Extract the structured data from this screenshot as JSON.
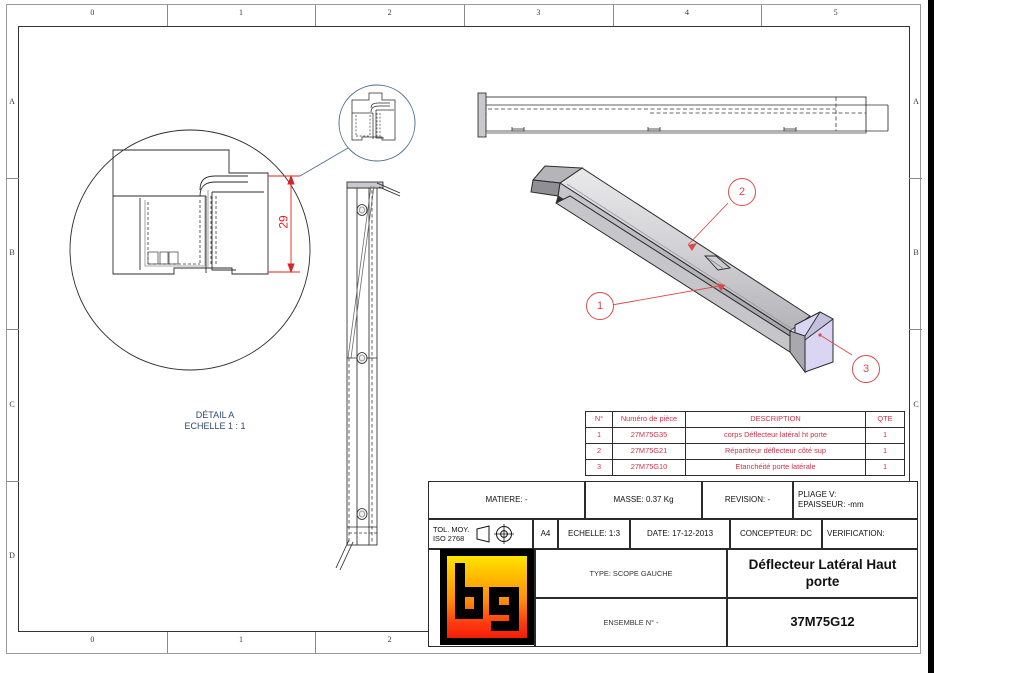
{
  "sheet": {
    "format": "A4",
    "top_ruler": [
      "0",
      "1",
      "2",
      "3",
      "4",
      "5"
    ],
    "bottom_ruler": [
      "0",
      "1",
      "2"
    ],
    "left_rows": [
      "A",
      "B",
      "C",
      "D"
    ],
    "right_rows": [
      "A",
      "B",
      "C"
    ]
  },
  "detail": {
    "label_line1": "DÉTAIL A",
    "label_line2": "ECHELLE 1 : 1",
    "dimension": "29"
  },
  "balloons": [
    {
      "id": "1"
    },
    {
      "id": "2"
    },
    {
      "id": "3"
    }
  ],
  "bom": {
    "headers": [
      "N°",
      "Numéro de pièce",
      "DESCRIPTION",
      "QTE"
    ],
    "rows": [
      {
        "n": "1",
        "part": "27M75G35",
        "description": "corps Déflecteur latéral ht porte",
        "qte": "1"
      },
      {
        "n": "2",
        "part": "27M75G21",
        "description": "Répartiteur déflecteur côté sup",
        "qte": "1"
      },
      {
        "n": "3",
        "part": "27M75G10",
        "description": "Etanchéité porte latérale",
        "qte": "1"
      }
    ]
  },
  "title_block": {
    "matiere": "MATIERE: -",
    "masse": "MASSE: 0.37 Kg",
    "revision": "REVISION: -",
    "pliage": "PLIAGE V:",
    "epaisseur": "EPAISSEUR: -mm",
    "tolerance_line1": "TOL. MOY.",
    "tolerance_line2": "ISO 2768",
    "format": "A4",
    "echelle": "ECHELLE: 1:3",
    "date": "DATE: 17-12-2013",
    "concepteur": "CONCEPTEUR: DC",
    "verification": "VERIFICATION:",
    "type": "TYPE: SCOPE GAUCHE",
    "designation": "Déflecteur Latéral Haut porte",
    "ensemble": "ENSEMBLE N° -",
    "reference": "37M75G12",
    "logo_text": "bg"
  },
  "colors": {
    "annotation_red": "#d94b4b",
    "bom_red": "#d1304a",
    "dimension_red": "#e02222",
    "detail_blue": "#2f4a6b",
    "frame": "#2b2b2b",
    "metal_light": "#d8d8da",
    "metal_mid": "#b8b8bc",
    "metal_dark": "#9b9b9f",
    "seal_lavender": "#d9d5f2"
  }
}
